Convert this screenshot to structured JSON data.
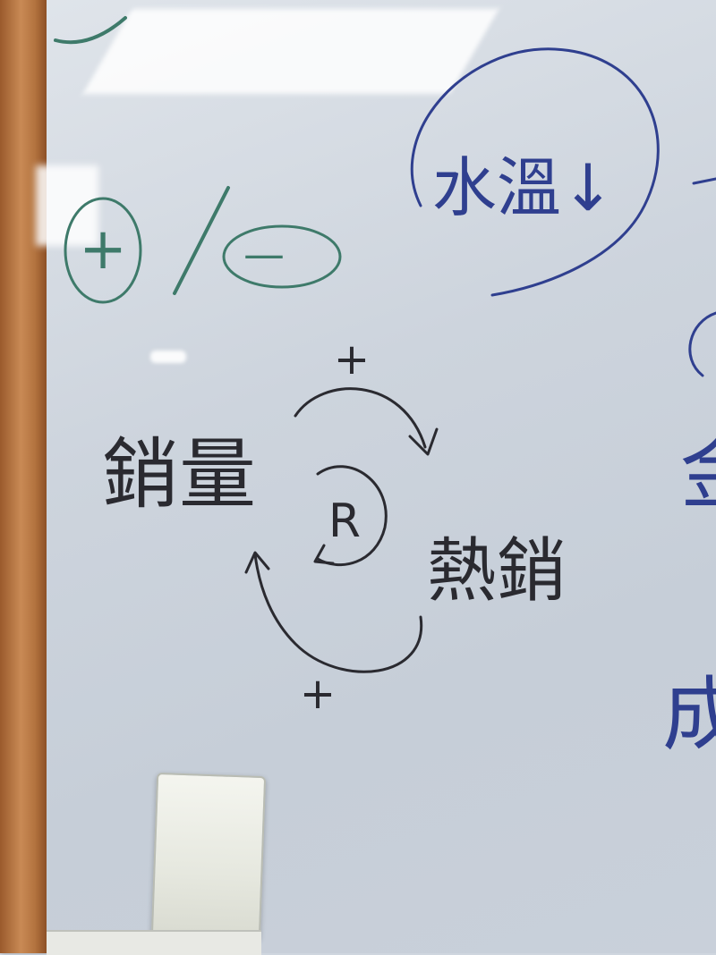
{
  "board": {
    "ink_blue": "#2f3f8f",
    "ink_dark": "#2a2a30",
    "ink_green": "#3e7a6a"
  },
  "notes": {
    "top_right": "水溫↓",
    "sales_volume": "銷量",
    "fever": "熱銷",
    "arrow_top_sign": "+",
    "arrow_bottom_sign": "+",
    "loop_label": "R",
    "plus_symbol": "+",
    "minus_symbol": "—",
    "edge_char_1": "金",
    "edge_char_2": "成"
  }
}
